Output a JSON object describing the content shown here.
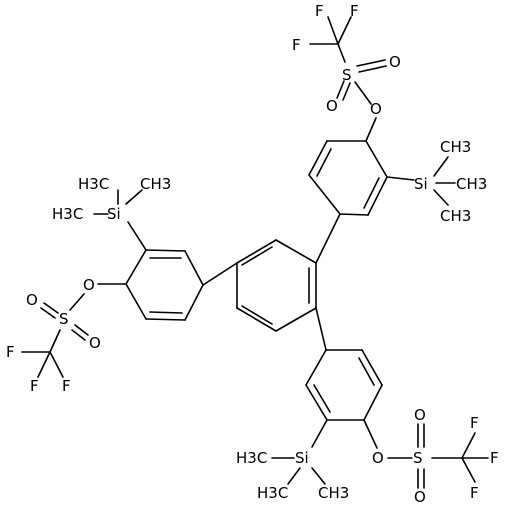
{
  "labels": {
    "f": "F",
    "s": "S",
    "o": "O",
    "si": "Si",
    "ch3": "CH3",
    "h3c": "H3C"
  }
}
